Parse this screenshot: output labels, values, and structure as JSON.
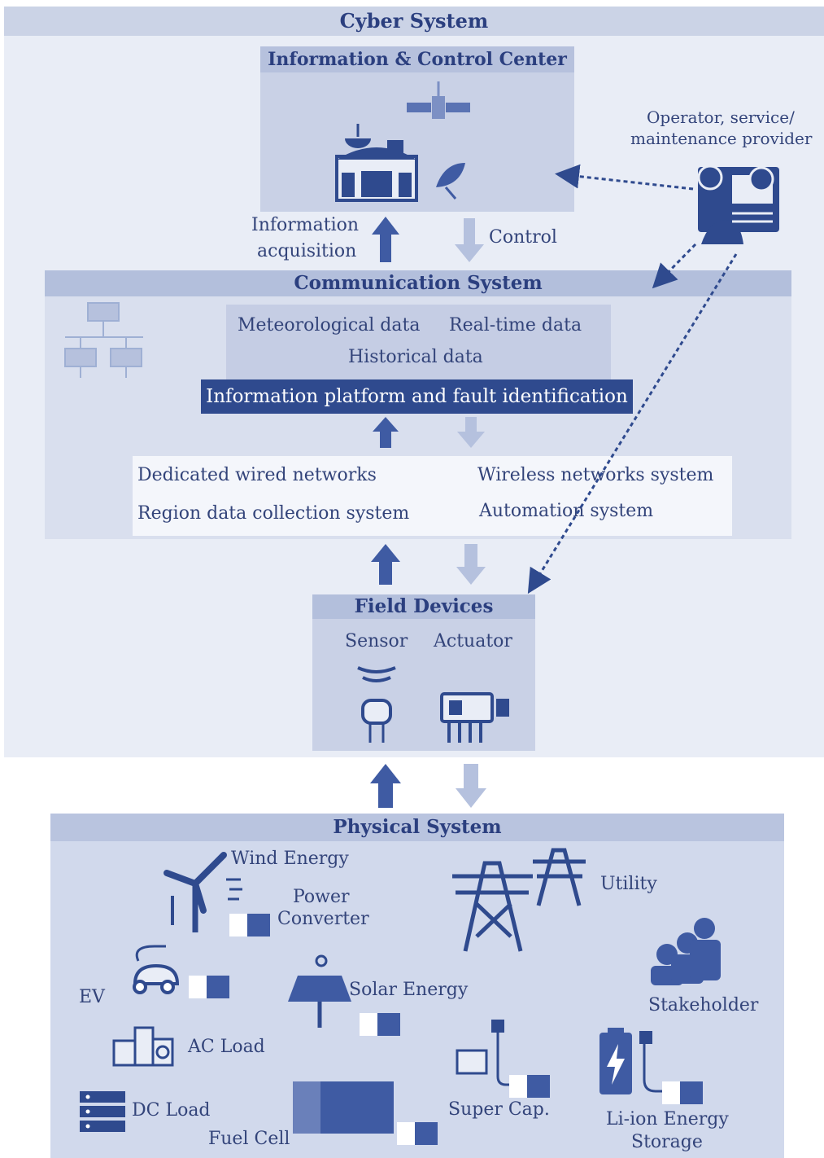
{
  "cyber": {
    "title": "Cyber System",
    "icc_title": "Information & Control Center",
    "operator_line1": "Operator, service/",
    "operator_line2": "maintenance provider",
    "info_acq_line1": "Information",
    "info_acq_line2": "acquisition",
    "control": "Control"
  },
  "communication": {
    "title": "Communication System",
    "meteorological": "Meteorological data",
    "realtime": "Real-time data",
    "historical": "Historical data",
    "platform": "Information platform and fault identification",
    "dedicated": "Dedicated wired networks",
    "wireless": "Wireless networks system",
    "region": "Region data collection system",
    "automation": "Automation system"
  },
  "field": {
    "title": "Field Devices",
    "sensor": "Sensor",
    "actuator": "Actuator"
  },
  "physical": {
    "title": "Physical System",
    "wind": "Wind Energy",
    "power_line1": "Power",
    "power_line2": "Converter",
    "utility": "Utility",
    "ev": "EV",
    "solar": "Solar Energy",
    "stakeholder": "Stakeholder",
    "ac_load": "AC Load",
    "super_cap": "Super Cap.",
    "dc_load": "DC Load",
    "fuel_cell": "Fuel Cell",
    "liion_line1": "Li-ion Energy",
    "liion_line2": "Storage"
  },
  "colors": {
    "dark_blue": "#2f4a8e",
    "mid_blue": "#4a65a8",
    "light_blue": "#a9b7d8"
  }
}
